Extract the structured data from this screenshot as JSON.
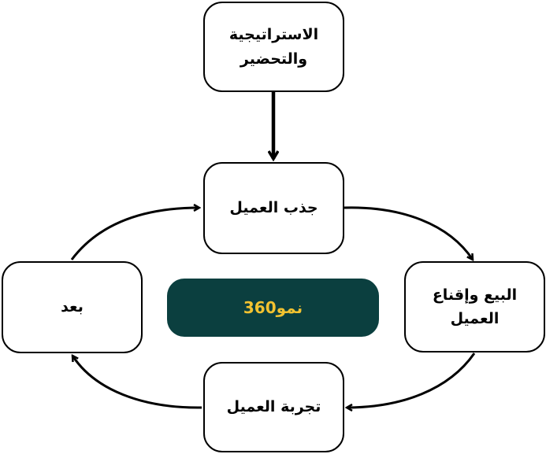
{
  "diagram": {
    "nodes": [
      {
        "id": "strategy",
        "label_line1": "الاستراتيجية",
        "label_line2": "والتحضير"
      },
      {
        "id": "attract",
        "label": "جذب العميل"
      },
      {
        "id": "sell",
        "label_line1": "البيع وإقناع",
        "label_line2": "العميل"
      },
      {
        "id": "experience",
        "label": "تجربة العميل"
      },
      {
        "id": "after",
        "label": "بعد"
      }
    ],
    "center": {
      "label": "نمو360",
      "background": "#0b3f3f",
      "text_color": "#f2c230"
    },
    "edges": [
      {
        "from": "strategy",
        "to": "attract"
      },
      {
        "from": "attract",
        "to": "sell"
      },
      {
        "from": "sell",
        "to": "experience"
      },
      {
        "from": "experience",
        "to": "after"
      },
      {
        "from": "after",
        "to": "attract"
      }
    ]
  }
}
